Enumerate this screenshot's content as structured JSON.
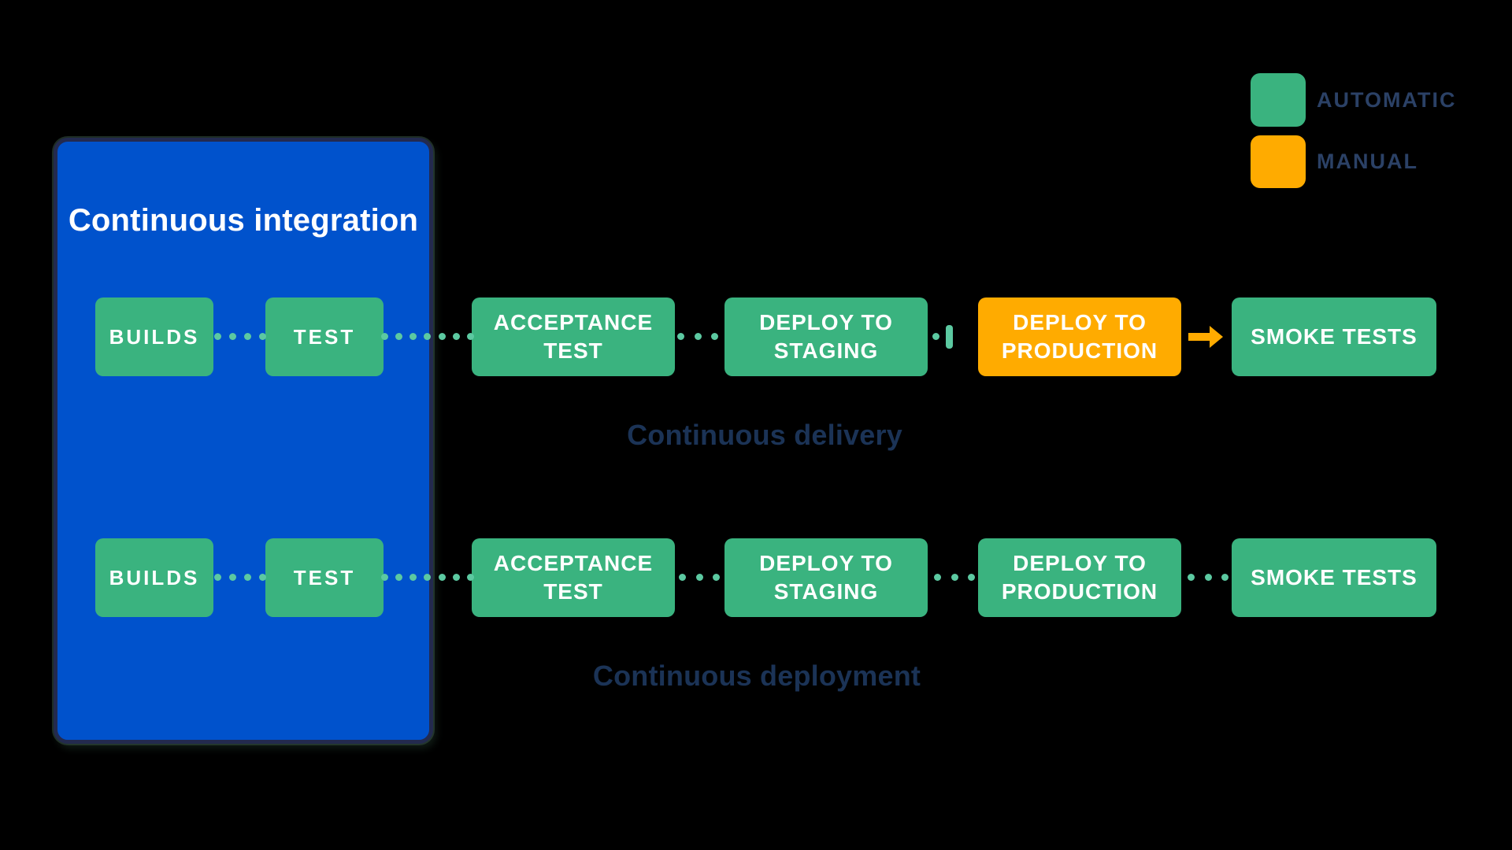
{
  "legend": {
    "items": [
      {
        "label": "AUTOMATIC",
        "type": "automatic",
        "color": "#3ab37f"
      },
      {
        "label": "MANUAL",
        "type": "manual",
        "color": "#ffab00"
      }
    ]
  },
  "ci_box": {
    "title": "Continuous integration",
    "fill": "#0052cc"
  },
  "rows": [
    {
      "caption": "Continuous delivery",
      "boxes": [
        {
          "label": "BUILDS",
          "type": "automatic"
        },
        {
          "label": "TEST",
          "type": "automatic"
        },
        {
          "label": "ACCEPTANCE\nTEST",
          "type": "automatic"
        },
        {
          "label": "DEPLOY TO\nSTAGING",
          "type": "automatic"
        },
        {
          "label": "DEPLOY TO\nPRODUCTION",
          "type": "manual"
        },
        {
          "label": "SMOKE TESTS",
          "type": "automatic"
        }
      ]
    },
    {
      "caption": "Continuous deployment",
      "boxes": [
        {
          "label": "BUILDS",
          "type": "automatic"
        },
        {
          "label": "TEST",
          "type": "automatic"
        },
        {
          "label": "ACCEPTANCE\nTEST",
          "type": "automatic"
        },
        {
          "label": "DEPLOY TO\nSTAGING",
          "type": "automatic"
        },
        {
          "label": "DEPLOY TO\nPRODUCTION",
          "type": "automatic"
        },
        {
          "label": "SMOKE TESTS",
          "type": "automatic"
        }
      ]
    }
  ],
  "colors": {
    "background": "#000000",
    "automatic": "#3ab37f",
    "manual": "#ffab00",
    "connector_dots": "#5cc9a1",
    "ci_fill": "#0052cc",
    "ci_border": "#232a4f",
    "box_text": "#ffffff",
    "caption_text": "#1b3356",
    "legend_text": "#2b4166"
  }
}
